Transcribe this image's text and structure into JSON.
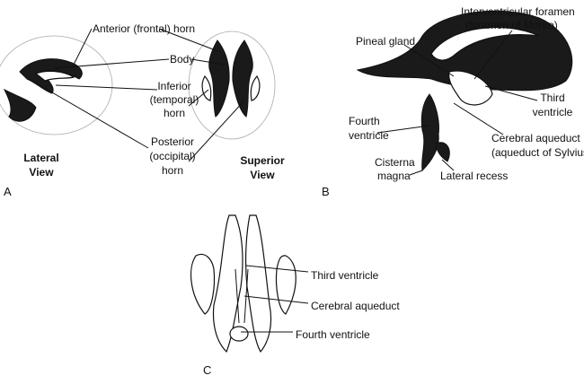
{
  "panel_a": {
    "letter": "A",
    "labels": {
      "anterior_horn": "Anterior (frontal) horn",
      "body": "Body",
      "inferior_horn": [
        "Inferior",
        "(temporal)",
        "horn"
      ],
      "posterior_horn": [
        "Posterior",
        "(occipital)",
        "horn"
      ],
      "lateral_view": [
        "Lateral",
        "View"
      ],
      "superior_view": [
        "Superior",
        "View"
      ]
    }
  },
  "panel_b": {
    "letter": "B",
    "labels": {
      "pineal_gland": "Pineal gland",
      "interventricular_foramen": [
        "Interventricular foramen",
        "(foramen of Monro)"
      ],
      "third_ventricle": [
        "Third",
        "ventricle"
      ],
      "fourth_ventricle": [
        "Fourth",
        "ventricle"
      ],
      "cerebral_aqueduct": [
        "Cerebral aqueduct",
        "(aqueduct of Sylvius)"
      ],
      "cisterna_magna": [
        "Cisterna",
        "magna"
      ],
      "lateral_recess": "Lateral recess"
    }
  },
  "panel_c": {
    "letter": "C",
    "labels": {
      "third_ventricle": "Third ventricle",
      "cerebral_aqueduct": "Cerebral aqueduct",
      "fourth_ventricle": "Fourth ventricle"
    }
  }
}
